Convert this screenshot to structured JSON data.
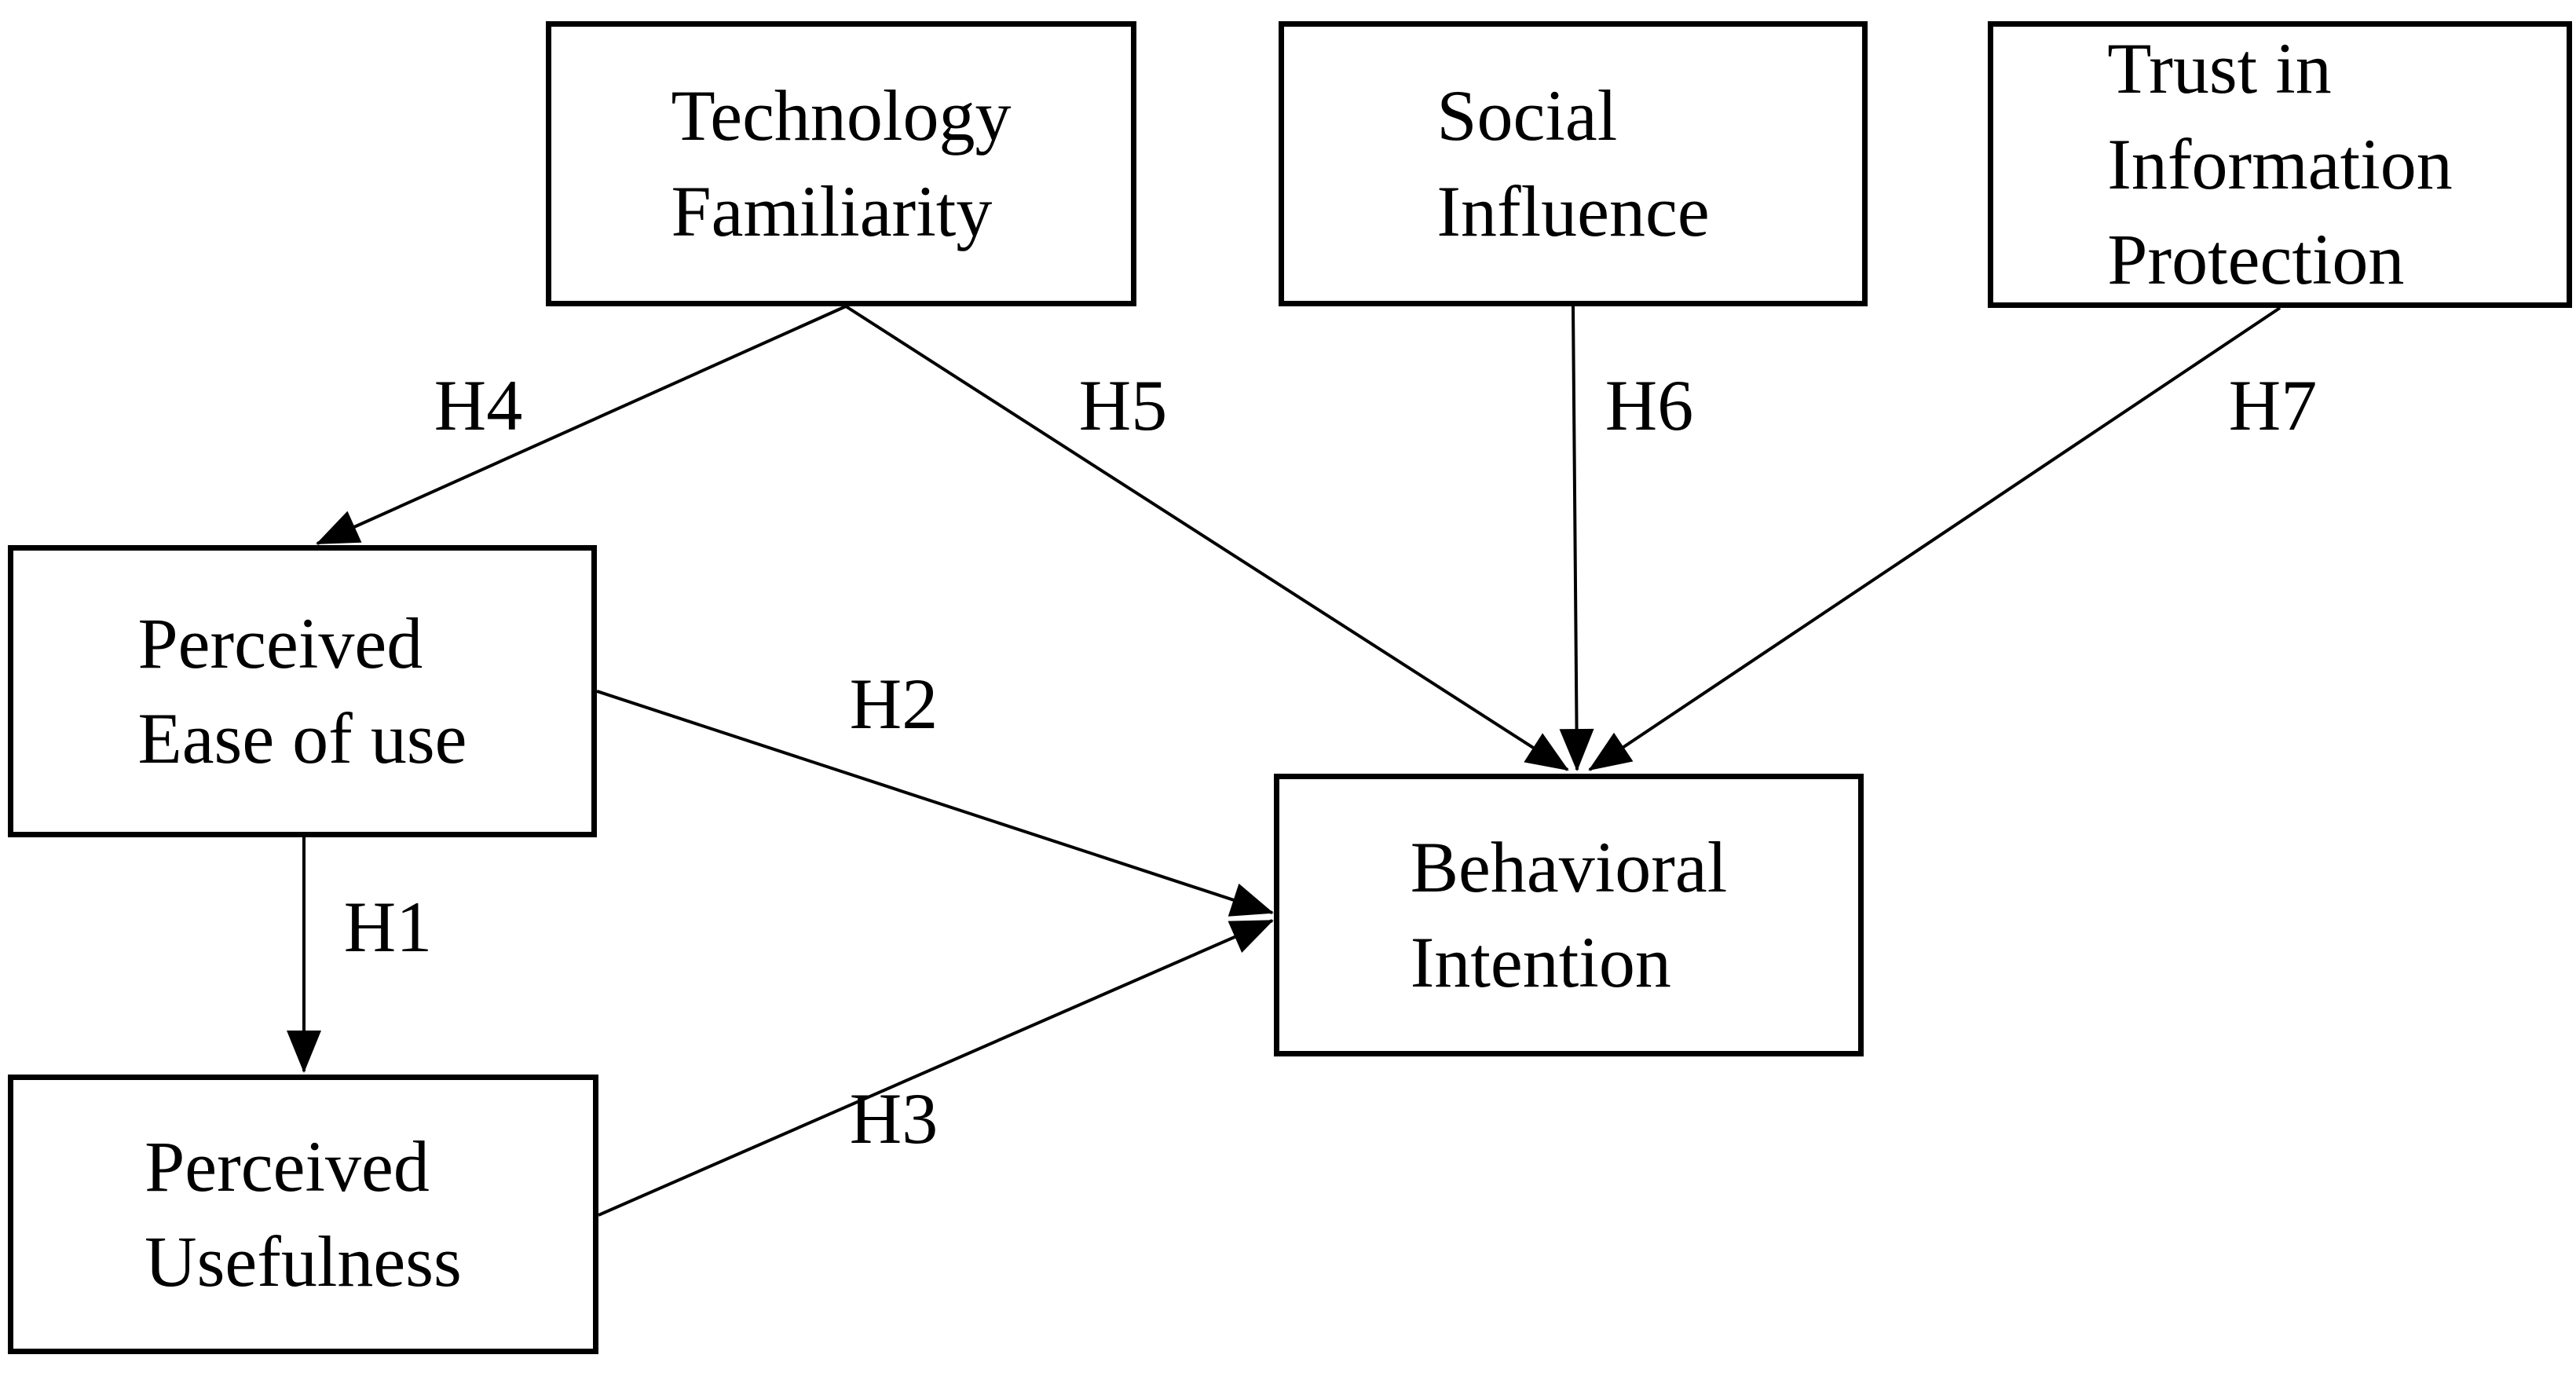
{
  "diagram": {
    "background_color": "#ffffff",
    "line_color": "#000000",
    "boxes": [
      {
        "id": "technology-familiarity",
        "label": "Technology\nFamiliarity"
      },
      {
        "id": "social-influence",
        "label": "Social\nInfluence"
      },
      {
        "id": "trust-in-information-protection",
        "label": "Trust in\nInformation\nProtection"
      },
      {
        "id": "perceived-ease-of-use",
        "label": "Perceived\nEase of use"
      },
      {
        "id": "perceived-usefulness",
        "label": "Perceived\nUsefulness"
      },
      {
        "id": "behavioral-intention",
        "label": "Behavioral\nIntention"
      }
    ],
    "arrows": [
      {
        "id": "H1",
        "label": "H1",
        "from": "perceived-ease-of-use",
        "to": "perceived-usefulness"
      },
      {
        "id": "H2",
        "label": "H2",
        "from": "perceived-ease-of-use",
        "to": "behavioral-intention"
      },
      {
        "id": "H3",
        "label": "H3",
        "from": "perceived-usefulness",
        "to": "behavioral-intention"
      },
      {
        "id": "H4",
        "label": "H4",
        "from": "technology-familiarity",
        "to": "perceived-ease-of-use"
      },
      {
        "id": "H5",
        "label": "H5",
        "from": "technology-familiarity",
        "to": "behavioral-intention"
      },
      {
        "id": "H6",
        "label": "H6",
        "from": "social-influence",
        "to": "behavioral-intention"
      },
      {
        "id": "H7",
        "label": "H7",
        "from": "trust-in-information-protection",
        "to": "behavioral-intention"
      }
    ]
  }
}
